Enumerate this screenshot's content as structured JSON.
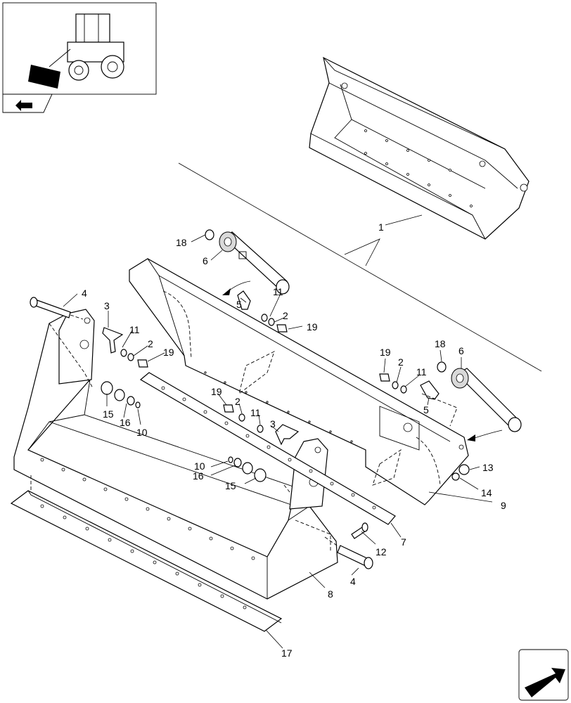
{
  "figure": {
    "callouts": [
      {
        "id": "1",
        "label": "1"
      },
      {
        "id": "2",
        "label": "2"
      },
      {
        "id": "3",
        "label": "3"
      },
      {
        "id": "4",
        "label": "4"
      },
      {
        "id": "5",
        "label": "5"
      },
      {
        "id": "6",
        "label": "6"
      },
      {
        "id": "7",
        "label": "7"
      },
      {
        "id": "8",
        "label": "8"
      },
      {
        "id": "9",
        "label": "9"
      },
      {
        "id": "10",
        "label": "10"
      },
      {
        "id": "11",
        "label": "11"
      },
      {
        "id": "12",
        "label": "12"
      },
      {
        "id": "13",
        "label": "13"
      },
      {
        "id": "14",
        "label": "14"
      },
      {
        "id": "15",
        "label": "15"
      },
      {
        "id": "16",
        "label": "16"
      },
      {
        "id": "17",
        "label": "17"
      },
      {
        "id": "18",
        "label": "18"
      },
      {
        "id": "19",
        "label": "19"
      }
    ],
    "icons": {
      "thumbnail": "wheel-loader-thumbnail-icon",
      "return": "return-arrow-icon",
      "next_page": "next-page-arrow-icon"
    },
    "colors": {
      "line": "#000000",
      "background": "#ffffff",
      "shade": "#d9d9d9"
    }
  }
}
